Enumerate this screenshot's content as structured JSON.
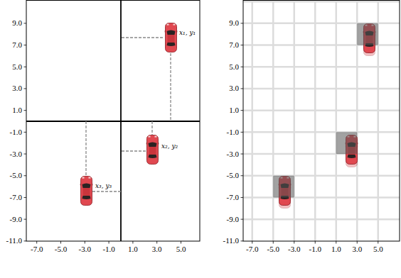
{
  "diagram": {
    "labels": [
      "9.0",
      "7.0",
      "5.0",
      "3.0",
      "1.0",
      "-1.0",
      "-3.0",
      "-5.0",
      "-7.0",
      "-9.0",
      "-11.0",
      "-7.0",
      "-5.0",
      "-3.0",
      "-1.0",
      "1.0",
      "3.0",
      "5.0",
      "x₁, y₁",
      "x₂, y₂",
      "x₃, y₃",
      "9.0",
      "7.0",
      "5.0",
      "3.0",
      "1.0",
      "-1.0",
      "-3.0",
      "-5.0",
      "-7.0",
      "-9.0",
      "-11.0",
      "-7.0",
      "-5.0",
      "-3.0",
      "-1.0",
      "1.0",
      "3.0",
      "5.0"
    ]
  }
}
